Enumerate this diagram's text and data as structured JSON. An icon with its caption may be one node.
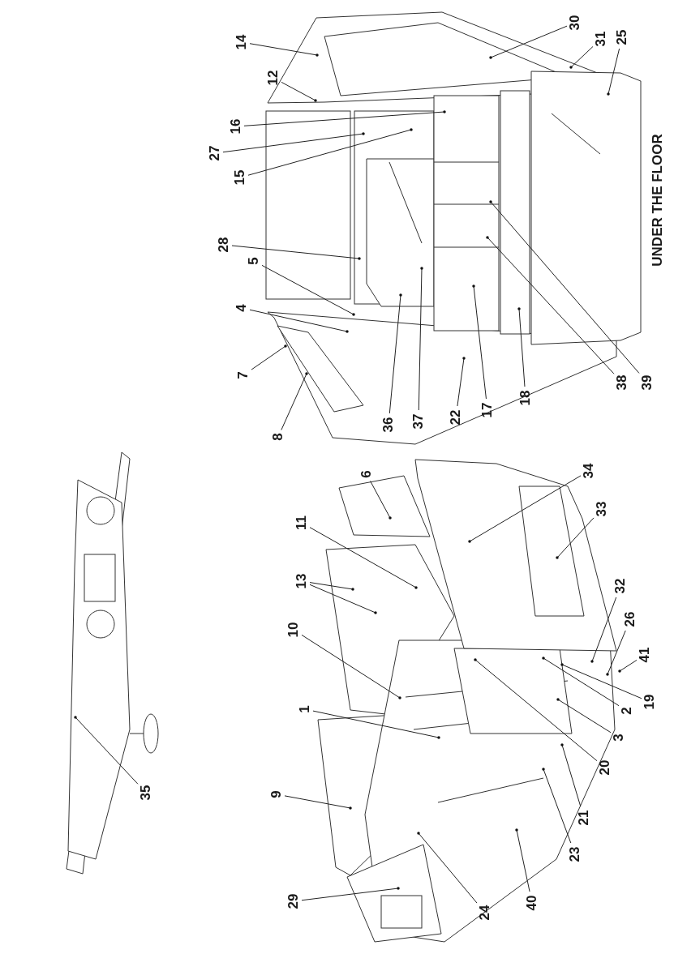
{
  "diagram": {
    "nodes": [
      {
        "text": [
          "14"
        ]
      },
      {
        "text": [
          "12"
        ]
      },
      {
        "text": [
          "16"
        ]
      },
      {
        "text": [
          "27"
        ]
      },
      {
        "text": [
          "15"
        ]
      },
      {
        "text": [
          "28"
        ]
      },
      {
        "text": [
          "5"
        ]
      },
      {
        "text": [
          "4"
        ]
      },
      {
        "text": [
          "7"
        ]
      },
      {
        "text": [
          "8"
        ]
      },
      {
        "text": [
          "36"
        ]
      },
      {
        "text": [
          "37"
        ]
      },
      {
        "text": [
          "22"
        ]
      },
      {
        "text": [
          "17"
        ]
      },
      {
        "text": [
          "18"
        ]
      },
      {
        "text": [
          "38"
        ]
      },
      {
        "text": [
          "39"
        ]
      },
      {
        "text": [
          "30"
        ]
      },
      {
        "text": [
          "31"
        ]
      },
      {
        "text": [
          "25"
        ]
      },
      {
        "text": [
          "6"
        ]
      },
      {
        "text": [
          "11"
        ]
      },
      {
        "text": [
          "13"
        ]
      },
      {
        "text": [
          "10"
        ]
      },
      {
        "text": [
          "1"
        ]
      },
      {
        "text": [
          "9"
        ]
      },
      {
        "text": [
          "29"
        ]
      },
      {
        "text": [
          "24"
        ]
      },
      {
        "text": [
          "40"
        ]
      },
      {
        "text": [
          "23"
        ]
      },
      {
        "text": [
          "21"
        ]
      },
      {
        "text": [
          "20"
        ]
      },
      {
        "text": [
          "3"
        ]
      },
      {
        "text": [
          "2"
        ]
      },
      {
        "text": [
          "19"
        ]
      },
      {
        "text": [
          "41"
        ]
      },
      {
        "text": [
          "26"
        ]
      },
      {
        "text": [
          "32"
        ]
      },
      {
        "text": [
          "33"
        ]
      },
      {
        "text": [
          "34"
        ]
      },
      {
        "text": [
          "35"
        ]
      }
    ],
    "edges": [
      {
        "from": 0,
        "to": null,
        "arrow": "other"
      },
      {
        "from": 1,
        "to": null,
        "arrow": "other"
      },
      {
        "from": 2,
        "to": null,
        "arrow": "other"
      },
      {
        "from": 3,
        "to": null,
        "arrow": "other"
      },
      {
        "from": 4,
        "to": null,
        "arrow": "other"
      },
      {
        "from": 5,
        "to": null,
        "arrow": "other"
      },
      {
        "from": 6,
        "to": null,
        "arrow": "other"
      },
      {
        "from": 7,
        "to": null,
        "arrow": "other"
      },
      {
        "from": 8,
        "to": null,
        "arrow": "other"
      },
      {
        "from": 9,
        "to": null,
        "arrow": "other"
      },
      {
        "from": 10,
        "to": null,
        "arrow": "other"
      },
      {
        "from": 11,
        "to": null,
        "arrow": "other"
      },
      {
        "from": 12,
        "to": null,
        "arrow": "other"
      },
      {
        "from": 13,
        "to": null,
        "arrow": "other"
      },
      {
        "from": 14,
        "to": null,
        "arrow": "other"
      },
      {
        "from": 15,
        "to": null,
        "arrow": "other"
      },
      {
        "from": 16,
        "to": null,
        "arrow": "other"
      },
      {
        "from": 17,
        "to": null,
        "arrow": "other"
      },
      {
        "from": 18,
        "to": null,
        "arrow": "other"
      },
      {
        "from": 19,
        "to": null,
        "arrow": "other"
      },
      {
        "from": 20,
        "to": null,
        "arrow": "other"
      },
      {
        "from": 21,
        "to": null,
        "arrow": "other"
      },
      {
        "from": 22,
        "to": null,
        "arrow": "other"
      },
      {
        "from": 22,
        "to": null,
        "arrow": "other"
      },
      {
        "from": 23,
        "to": null,
        "arrow": "other"
      },
      {
        "from": 24,
        "to": null,
        "arrow": "other"
      },
      {
        "from": 25,
        "to": null,
        "arrow": "other"
      },
      {
        "from": 26,
        "to": null,
        "arrow": "other"
      },
      {
        "from": 27,
        "to": null,
        "arrow": "other"
      },
      {
        "from": 28,
        "to": null,
        "arrow": "other"
      },
      {
        "from": 29,
        "to": null,
        "arrow": "other"
      },
      {
        "from": 30,
        "to": null,
        "arrow": "other"
      },
      {
        "from": 31,
        "to": null,
        "arrow": "other"
      },
      {
        "from": 32,
        "to": null,
        "arrow": "other"
      },
      {
        "from": 33,
        "to": null,
        "arrow": "other"
      },
      {
        "from": 34,
        "to": null,
        "arrow": "other"
      },
      {
        "from": 35,
        "to": null,
        "arrow": "other"
      },
      {
        "from": 36,
        "to": null,
        "arrow": "other"
      },
      {
        "from": 37,
        "to": null,
        "arrow": "other"
      },
      {
        "from": 38,
        "to": null,
        "arrow": "other"
      },
      {
        "from": 39,
        "to": null,
        "arrow": "other"
      },
      {
        "from": 40,
        "to": null,
        "arrow": "other"
      }
    ],
    "labels": [
      "UNDER THE FLOOR"
    ]
  }
}
